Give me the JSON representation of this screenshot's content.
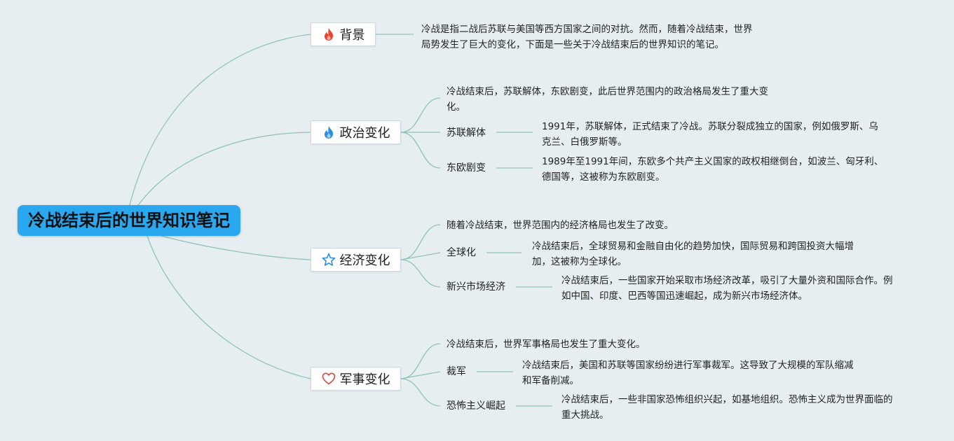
{
  "root": {
    "title": "冷战结束后的世界知识笔记"
  },
  "branches": [
    {
      "label": "背景",
      "icon": "fire-icon",
      "icon_color": "#e8452c",
      "desc": [
        "冷战是指二战后苏联与美国等西方国家之间的对抗。然而，随着冷战结束，世界",
        "局势发生了巨大的变化，下面是一些关于冷战结束后的世界知识的笔记。"
      ]
    },
    {
      "label": "政治变化",
      "icon": "flame-icon",
      "icon_color": "#2e8fe0",
      "intro": [
        "冷战结束后，苏联解体，东欧剧变，此后世界范围内的政治格局发生了重大变",
        "化。"
      ],
      "subs": [
        {
          "label": "苏联解体",
          "desc": [
            "1991年，苏联解体，正式结束了冷战。苏联分裂成独立的国家，例如俄罗斯、乌",
            "克兰、白俄罗斯等。"
          ]
        },
        {
          "label": "东欧剧变",
          "desc": [
            "1989年至1991年间，东欧多个共产主义国家的政权相继倒台，如波兰、匈牙利、",
            "德国等，这被称为东欧剧变。"
          ]
        }
      ]
    },
    {
      "label": "经济变化",
      "icon": "star-icon",
      "icon_color": "#2e8fe0",
      "intro": [
        "随着冷战结束，世界范围内的经济格局也发生了改变。"
      ],
      "subs": [
        {
          "label": "全球化",
          "desc": [
            "冷战结束后，全球贸易和金融自由化的趋势加快，国际贸易和跨国投资大幅增",
            "加，这被称为全球化。"
          ]
        },
        {
          "label": "新兴市场经济",
          "desc": [
            "冷战结束后，一些国家开始采取市场经济改革，吸引了大量外资和国际合作。例",
            "如中国、印度、巴西等国迅速崛起，成为新兴市场经济体。"
          ]
        }
      ]
    },
    {
      "label": "军事变化",
      "icon": "heart-icon",
      "icon_color": "#d9473a",
      "intro": [
        "冷战结束后，世界军事格局也发生了重大变化。"
      ],
      "subs": [
        {
          "label": "裁军",
          "desc": [
            "冷战结束后，美国和苏联等国家纷纷进行军事裁军。这导致了大规模的军队缩减",
            "和军备削减。"
          ]
        },
        {
          "label": "恐怖主义崛起",
          "desc": [
            "冷战结束后，一些非国家恐怖组织兴起，如基地组织。恐怖主义成为世界面临的",
            "重大挑战。"
          ]
        }
      ]
    }
  ]
}
